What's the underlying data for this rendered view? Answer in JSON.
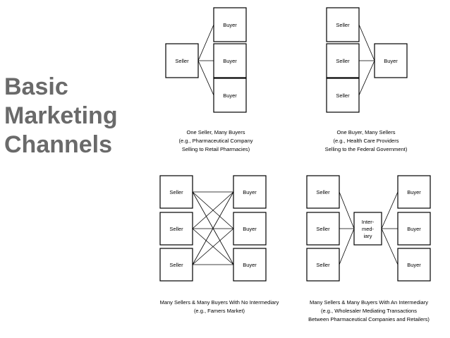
{
  "title_lines": [
    "Basic",
    "Marketing",
    "Channels"
  ],
  "colors": {
    "title": "#6a6a6a",
    "box_stroke": "#000000",
    "background": "#ffffff"
  },
  "panels": {
    "one_seller": {
      "boxes": {
        "seller": "Seller",
        "buyer_1": "Buyer",
        "buyer_2": "Buyer",
        "buyer_3": "Buyer"
      },
      "caption": [
        "One Seller, Many Buyers",
        "(e.g., Pharmaceutical Company",
        "Selling to Retail Pharmacies)"
      ]
    },
    "one_buyer": {
      "boxes": {
        "seller_1": "Seller",
        "seller_2": "Seller",
        "seller_3": "Seller",
        "buyer": "Buyer"
      },
      "caption": [
        "One Buyer, Many Sellers",
        "(e.g., Health Care Providers",
        "Selling to the Federal Government)"
      ]
    },
    "no_intermediary": {
      "boxes": {
        "seller_1": "Seller",
        "seller_2": "Seller",
        "seller_3": "Seller",
        "buyer_1": "Buyer",
        "buyer_2": "Buyer",
        "buyer_3": "Buyer"
      },
      "caption": [
        "Many Sellers & Many Buyers With No Intermediary",
        "(e.g., Famers Market)"
      ]
    },
    "with_intermediary": {
      "boxes": {
        "seller_1": "Seller",
        "seller_2": "Seller",
        "seller_3": "Seller",
        "intermediary": [
          "Inter-",
          "med-",
          "iary"
        ],
        "buyer_1": "Buyer",
        "buyer_2": "Buyer",
        "buyer_3": "Buyer"
      },
      "caption": [
        "Many Sellers & Many Buyers With An Intermediary",
        "(e.g., Wholesaler Mediating Transactions",
        "Between Pharmaceutical Companies and Retailers)"
      ]
    }
  }
}
